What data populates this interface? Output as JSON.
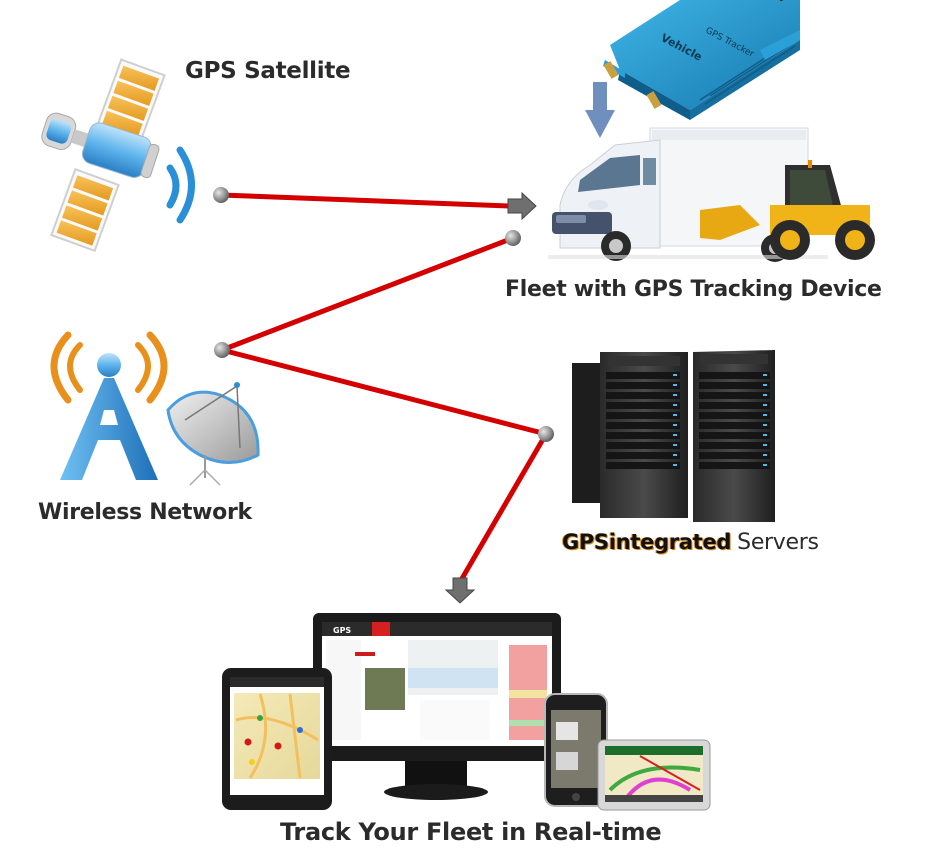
{
  "title": "GPS Fleet Tracking Architecture",
  "nodes": {
    "satellite": {
      "label": "GPS Satellite",
      "icon": "satellite-icon"
    },
    "fleet": {
      "label": "Fleet with GPS Tracking Device",
      "icon": "truck-icon"
    },
    "tracker": {
      "label_line1": "Vehicle",
      "label_line2": "GPS Tracker",
      "icon": "gps-tracker-device-icon"
    },
    "wireless": {
      "label": "Wireless Network",
      "icon": "cell-tower-icon"
    },
    "servers": {
      "brand": "GPSintegrated",
      "label": "Servers",
      "icon": "server-rack-icon"
    },
    "devices": {
      "label": "Track Your Fleet in Real-time",
      "icon": "devices-icon",
      "app_logo": "GPS"
    }
  },
  "colors": {
    "link": "#d40000",
    "node": "#8a8a8a",
    "arrow": "#6f6f6f",
    "accent_blue": "#2a8fd6",
    "orange": "#e8901a",
    "down_arrow": "#6f8fbf",
    "tracker_blue": "#1f8fc9"
  },
  "links": [
    {
      "from": "satellite",
      "to": "fleet"
    },
    {
      "from": "wireless",
      "to": "fleet"
    },
    {
      "from": "wireless",
      "to": "servers"
    },
    {
      "from": "servers",
      "to": "devices"
    }
  ]
}
